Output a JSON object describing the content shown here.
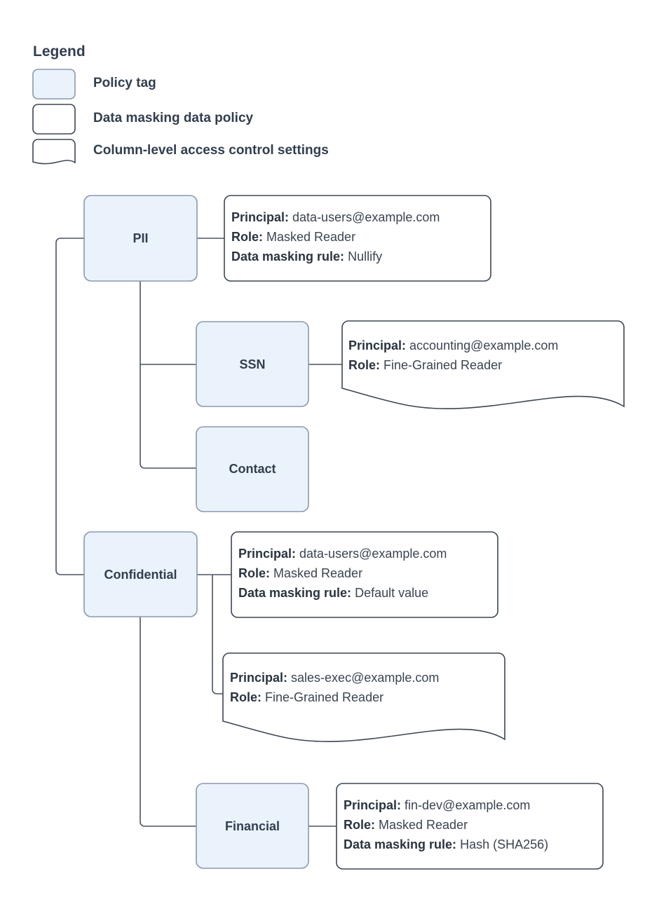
{
  "legend": {
    "title": "Legend",
    "items": [
      {
        "shape": "policy-tag-swatch",
        "label": "Policy tag"
      },
      {
        "shape": "data-masking-policy-swatch",
        "label": "Data masking data policy"
      },
      {
        "shape": "column-access-settings-swatch",
        "label": "Column-level access control settings"
      }
    ]
  },
  "diagram": {
    "nodes": [
      {
        "id": "pii",
        "label": "PII"
      },
      {
        "id": "ssn",
        "label": "SSN"
      },
      {
        "id": "contact",
        "label": "Contact"
      },
      {
        "id": "confidential",
        "label": "Confidential"
      },
      {
        "id": "financial",
        "label": "Financial"
      }
    ],
    "callouts": [
      {
        "id": "pii-policy",
        "shape": "rounded-rect",
        "lines": [
          {
            "key": "Principal:",
            "value": " data-users@example.com"
          },
          {
            "key": "Role:",
            "value": " Masked Reader"
          },
          {
            "key": "Data masking rule:",
            "value": " Nullify"
          }
        ]
      },
      {
        "id": "ssn-access",
        "shape": "document",
        "lines": [
          {
            "key": "Principal:",
            "value": " accounting@example.com"
          },
          {
            "key": "Role:",
            "value": " Fine-Grained Reader"
          }
        ]
      },
      {
        "id": "confidential-policy",
        "shape": "rounded-rect",
        "lines": [
          {
            "key": "Principal:",
            "value": " data-users@example.com"
          },
          {
            "key": "Role:",
            "value": " Masked Reader"
          },
          {
            "key": "Data masking rule:",
            "value": " Default value"
          }
        ]
      },
      {
        "id": "confidential-access",
        "shape": "document",
        "lines": [
          {
            "key": "Principal:",
            "value": " sales-exec@example.com"
          },
          {
            "key": "Role:",
            "value": " Fine-Grained Reader"
          }
        ]
      },
      {
        "id": "financial-policy",
        "shape": "rounded-rect",
        "lines": [
          {
            "key": "Principal:",
            "value": " fin-dev@example.com"
          },
          {
            "key": "Role:",
            "value": " Masked Reader"
          },
          {
            "key": "Data masking rule:",
            "value": " Hash (SHA256)"
          }
        ]
      }
    ]
  },
  "colors": {
    "tag_fill": "#eaf2fc",
    "tag_stroke": "#8a99ad",
    "shape_stroke": "#3c4654",
    "text": "#323e4f",
    "connector": "#4a5464",
    "background": "#ffffff"
  }
}
